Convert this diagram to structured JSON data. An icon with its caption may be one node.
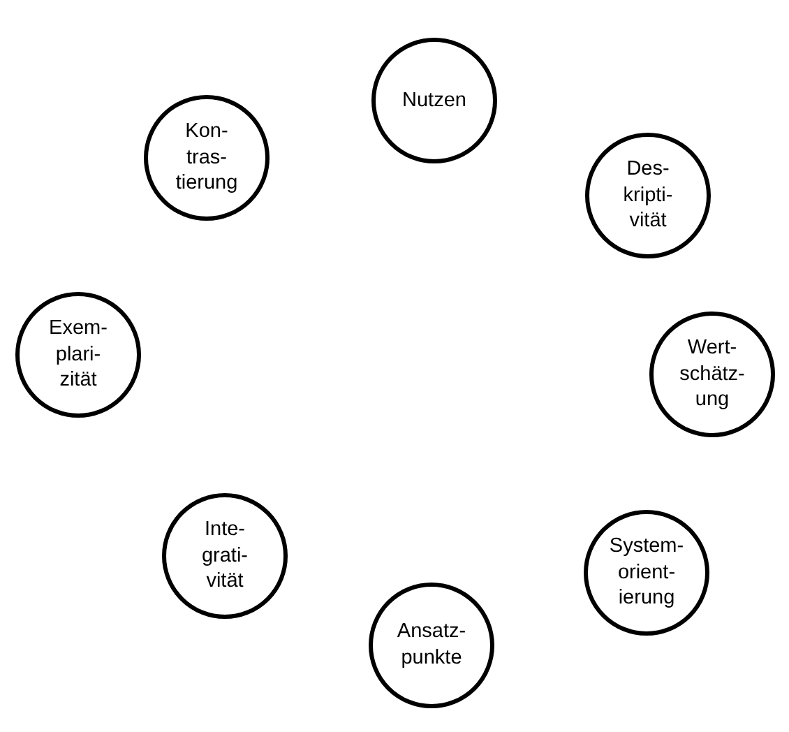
{
  "diagram": {
    "nodes": [
      {
        "text": [
          "Nutzen"
        ]
      },
      {
        "text": [
          "Kon- tras- tierung"
        ]
      },
      {
        "text": [
          "Des- kripti- vität"
        ]
      },
      {
        "text": [
          "Exem- plari- zität"
        ]
      },
      {
        "text": [
          "Wert- schätz- ung"
        ]
      },
      {
        "text": [
          "Inte- grati- vität"
        ]
      },
      {
        "text": [
          "System- orient- ierung"
        ]
      },
      {
        "text": [
          "Ansatz- punkte"
        ]
      }
    ],
    "edges": []
  }
}
